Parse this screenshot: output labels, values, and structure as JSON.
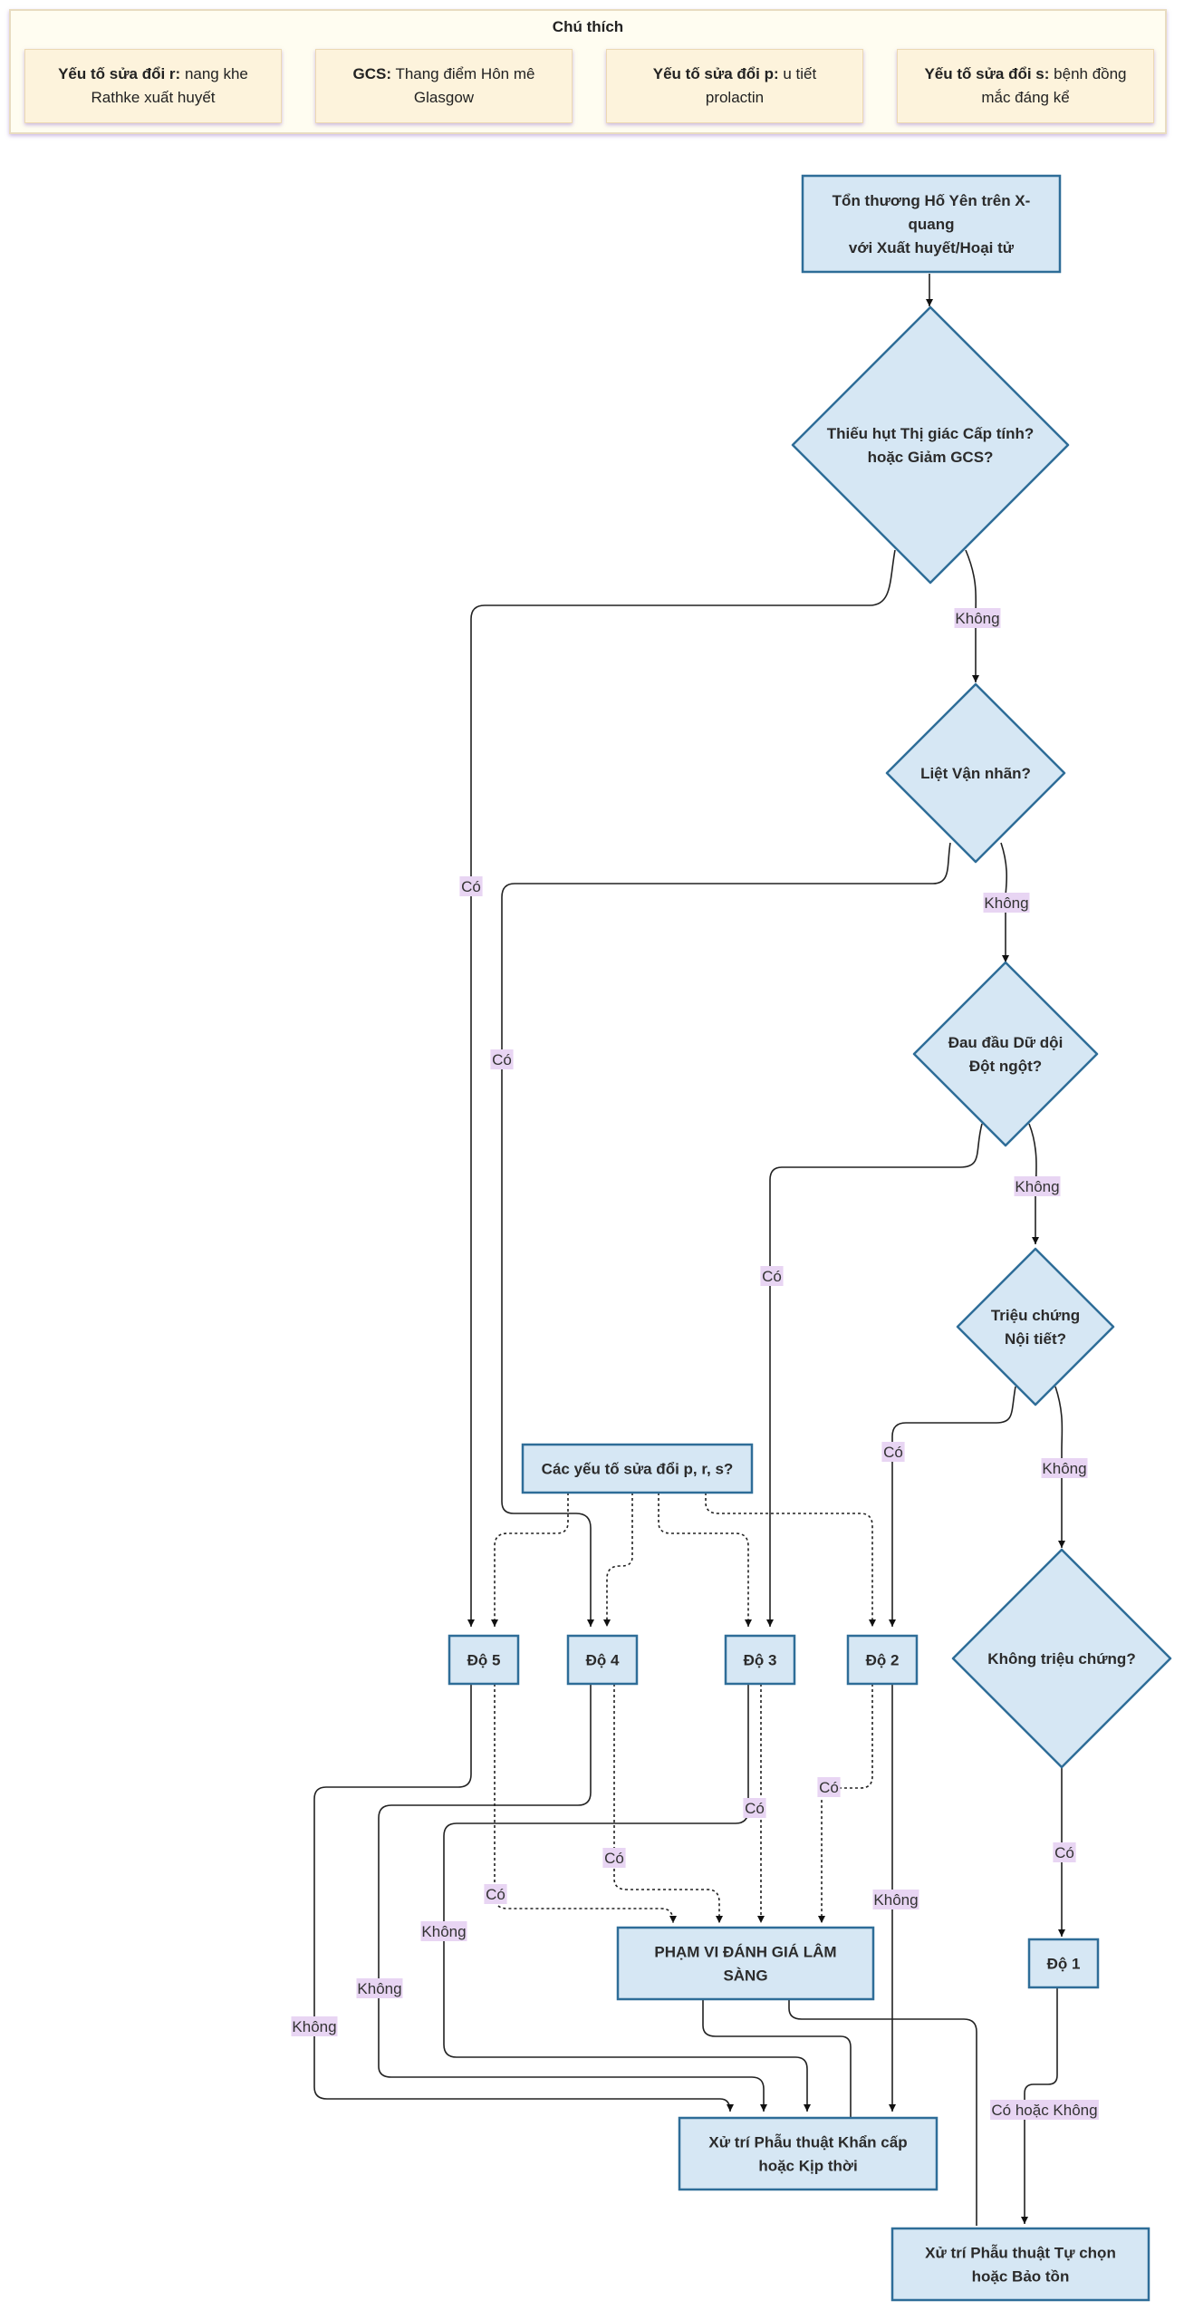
{
  "legend": {
    "title": "Chú thích",
    "items": [
      {
        "key": "Yếu tố sửa đổi r:",
        "text": "nang khe Rathke xuất huyết"
      },
      {
        "key": "GCS:",
        "text": "Thang điểm Hôn mê Glasgow"
      },
      {
        "key": "Yếu tố sửa đổi p:",
        "text": "u tiết prolactin"
      },
      {
        "key": "Yếu tố sửa đổi s:",
        "text": "bệnh đồng mắc đáng kể"
      }
    ]
  },
  "nodes": {
    "start": [
      "Tổn thương Hố Yên trên X-",
      "quang",
      "với Xuất huyết/Hoại tử"
    ],
    "q_vision": [
      "Thiếu hụt Thị giác Cấp tính?",
      "hoặc Giảm GCS?"
    ],
    "q_ophth": [
      "Liệt Vận nhãn?"
    ],
    "q_headache": [
      "Đau đầu Dữ dội",
      "Đột ngột?"
    ],
    "q_endo": [
      "Triệu chứng",
      "Nội tiết?"
    ],
    "q_asym": [
      "Không triệu chứng?"
    ],
    "modifiers": [
      "Các yếu tố sửa đổi p, r, s?"
    ],
    "grade5": [
      "Độ 5"
    ],
    "grade4": [
      "Độ 4"
    ],
    "grade3": [
      "Độ 3"
    ],
    "grade2": [
      "Độ 2"
    ],
    "grade1": [
      "Độ 1"
    ],
    "clinical": [
      "PHẠM VI ĐÁNH GIÁ LÂM",
      "SÀNG"
    ],
    "urgent": [
      "Xử trí Phẫu thuật Khẩn cấp",
      "hoặc Kịp thời"
    ],
    "elective": [
      "Xử trí Phẫu thuật Tự chọn",
      "hoặc Bảo tồn"
    ]
  },
  "edge_labels": {
    "yes": "Có",
    "no": "Không",
    "yes_or_no": "Có hoặc Không"
  }
}
